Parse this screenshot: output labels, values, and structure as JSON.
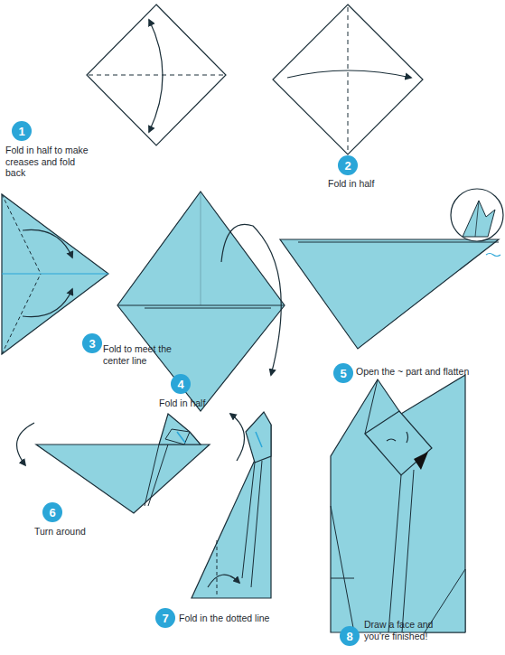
{
  "diagram": {
    "nodes": [
      {
        "text": [
          "1"
        ]
      },
      {
        "text": [
          "2"
        ]
      },
      {
        "text": [
          "3"
        ]
      },
      {
        "text": [
          "4"
        ]
      },
      {
        "text": [
          "5"
        ]
      },
      {
        "text": [
          "6"
        ]
      },
      {
        "text": [
          "7"
        ]
      },
      {
        "text": [
          "8"
        ]
      }
    ],
    "labels": [
      "Fold in half to make creases and fold back",
      "Fold in half",
      "Fold to meet the center line",
      "Fold in half",
      "Open the ~ part and flatten",
      "Turn around",
      "Fold in the dotted line",
      "Draw a face and you're finished!"
    ]
  }
}
